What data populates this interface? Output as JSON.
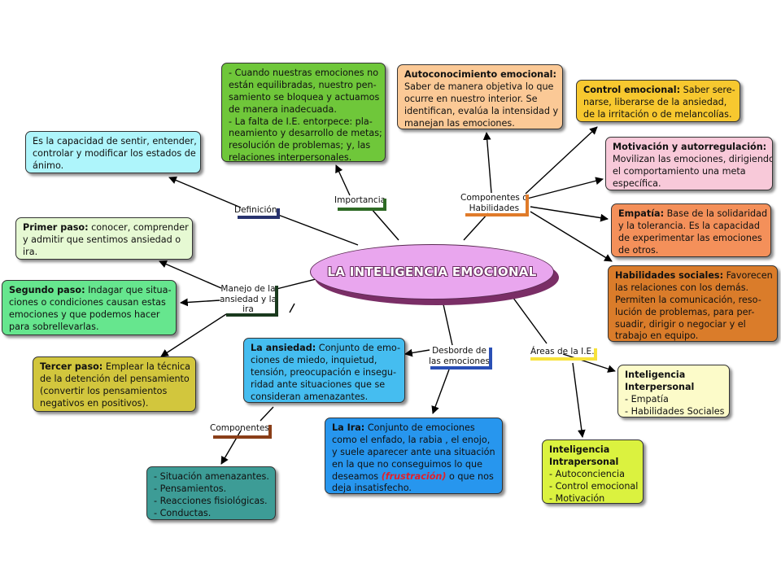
{
  "center": {
    "title": "LA INTELIGENCIA EMOCIONAL"
  },
  "labels": {
    "definicion": "Definición",
    "importancia": "Importancia",
    "componentes_habilidades": [
      "Componentes o",
      "Habilidades"
    ],
    "manejo": [
      "Manejo de la",
      "ansiedad y la",
      "ira"
    ],
    "desborde": [
      "Desborde de",
      "las emociones"
    ],
    "areas": "Áreas de la I.E.",
    "componentes": "Componentes"
  },
  "boxes": {
    "definicion": {
      "lines": [
        "Es la capacidad de sentir, entender,",
        "controlar y modificar los estados de",
        "ánimo."
      ]
    },
    "importancia": {
      "lines": [
        "- Cuando nuestras emociones no",
        "están equilibradas, nuestro pen-",
        "samiento se bloquea y actuamos",
        "de manera inadecuada.",
        "- La falta de I.E. entorpece: pla-",
        "neamiento y desarrollo de metas;",
        "resolución de problemas; y, las",
        "relaciones interpersonales."
      ]
    },
    "autoconocimiento": {
      "title": "Autoconocimiento emocional:",
      "lines": [
        "Saber de manera objetiva lo que",
        "ocurre en nuestro interior. Se",
        "identifican, evalúa la intensidad y",
        "manejan las emociones."
      ]
    },
    "control": {
      "title": "Control emocional:",
      "first_rest": " Saber sere-",
      "lines": [
        "narse, liberarse de la ansiedad,",
        "de la irritación o de melancolías."
      ]
    },
    "motivacion": {
      "title": "Motivación y autorregulación:",
      "lines": [
        "Movilizan las emociones, dirigiendo",
        "el comportamiento  una meta",
        "específica."
      ]
    },
    "empatia": {
      "title": "Empatía:",
      "first_rest": " Base de la solidaridad",
      "lines": [
        "y la tolerancia. Es la capacidad",
        "de experimentar las emociones",
        "de otros."
      ]
    },
    "habilidades": {
      "title": "Habilidades sociales:",
      "first_rest": " Favorecen",
      "lines": [
        "las relaciones con los demás.",
        "Permiten la comunicación, reso-",
        "lución de problemas, para per-",
        "suadir, dirigir o negociar y el",
        "trabajo en equipo."
      ]
    },
    "primer": {
      "title": "Primer paso:",
      "first_rest": " conocer, comprender",
      "lines": [
        "y admitir que sentimos ansiedad o",
        "ira."
      ]
    },
    "segundo": {
      "title": "Segundo paso:",
      "first_rest": " Indagar que situa-",
      "lines": [
        "ciones o condiciones causan estas",
        "emociones y que podemos hacer",
        "para sobrellevarlas."
      ]
    },
    "tercer": {
      "title": "Tercer paso:",
      "first_rest": " Emplear la técnica",
      "lines": [
        "de la detención del pensamiento",
        "(convertir los pensamientos",
        "negativos en positivos)."
      ]
    },
    "ansiedad": {
      "title": "La ansiedad:",
      "first_rest": " Conjunto de emo-",
      "lines": [
        "ciones de miedo, inquietud,",
        "tensión, preocupación e insegu-",
        "ridad ante situaciones que se",
        "consideran amenazantes."
      ]
    },
    "ira": {
      "title": "La Ira:",
      "first_rest": " Conjunto de emociones",
      "lines": [
        "como el enfado, la rabia , el enojo,",
        "y suele aparecer ante una situación",
        "en la que no conseguimos lo que"
      ],
      "last_pre": "deseamos ",
      "frustracion": "(frustración)",
      "last_post": "  o que nos",
      "final": "deja insatisfecho."
    },
    "interpersonal": {
      "title_lines": [
        "Inteligencia",
        "Interpersonal"
      ],
      "lines": [
        "- Empatía",
        "- Habilidades Sociales"
      ]
    },
    "intrapersonal": {
      "title_lines": [
        "Inteligencia",
        "Intrapersonal"
      ],
      "lines": [
        "- Autoconciencia",
        "- Control emocional",
        "- Motivación"
      ]
    },
    "componentes": {
      "lines": [
        "- Situación amenazantes.",
        "- Pensamientos.",
        "- Reacciones fisiológicas.",
        "- Conductas."
      ]
    }
  },
  "colors": {
    "definicion": "#aef5fb",
    "importancia": "#6fc73a",
    "autoconocimiento": "#fbc996",
    "control": "#f7c82f",
    "motivacion": "#f8c9d9",
    "empatia": "#f4905a",
    "habilidades": "#da7c2a",
    "primer": "#e6f9d3",
    "segundo": "#66e68e",
    "tercer": "#d2c63d",
    "ansiedad": "#45bdf0",
    "ira": "#2796ee",
    "interpersonal": "#fcfbc9",
    "intrapersonal": "#dbf23f",
    "componentes": "#3d9c96",
    "center": "#e9a6ee"
  }
}
